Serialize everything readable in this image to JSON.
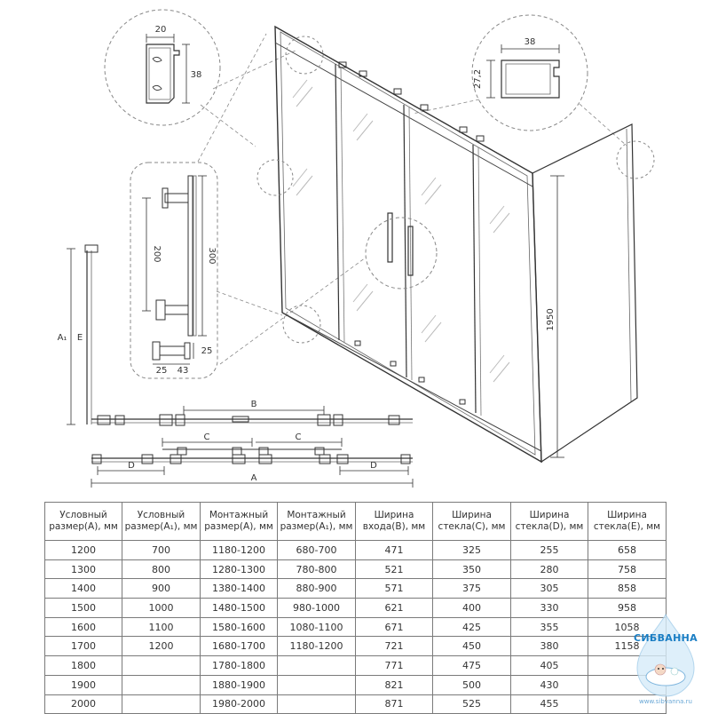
{
  "profile_top_left": {
    "width_label": "20",
    "height_label": "38"
  },
  "profile_top_right": {
    "width_label": "38",
    "height_label": "27,2"
  },
  "handle_detail": {
    "inner_label": "200",
    "outer_label": "300",
    "depth_label": "25",
    "foot_left_label": "25",
    "foot_right_label": "43"
  },
  "front_view": {
    "height_label": "1950"
  },
  "side_view": {
    "label_a1": "A₁",
    "label_e": "E"
  },
  "plan_view": {
    "label_b": "B",
    "label_c1": "C",
    "label_c2": "C",
    "label_d1": "D",
    "label_d2": "D",
    "label_a": "A"
  },
  "table": {
    "headers": [
      "Условный размер(А), мм",
      "Условный размер(А₁), мм",
      "Монтажный размер(А), мм",
      "Монтажный размер(А₁), мм",
      "Ширина входа(В), мм",
      "Ширина стекла(С), мм",
      "Ширина стекла(D), мм",
      "Ширина стекла(E), мм"
    ],
    "rows": [
      [
        "1200",
        "700",
        "1180-1200",
        "680-700",
        "471",
        "325",
        "255",
        "658"
      ],
      [
        "1300",
        "800",
        "1280-1300",
        "780-800",
        "521",
        "350",
        "280",
        "758"
      ],
      [
        "1400",
        "900",
        "1380-1400",
        "880-900",
        "571",
        "375",
        "305",
        "858"
      ],
      [
        "1500",
        "1000",
        "1480-1500",
        "980-1000",
        "621",
        "400",
        "330",
        "958"
      ],
      [
        "1600",
        "1100",
        "1580-1600",
        "1080-1100",
        "671",
        "425",
        "355",
        "1058"
      ],
      [
        "1700",
        "1200",
        "1680-1700",
        "1180-1200",
        "721",
        "450",
        "380",
        "1158"
      ],
      [
        "1800",
        "",
        "1780-1800",
        "",
        "771",
        "475",
        "405",
        ""
      ],
      [
        "1900",
        "",
        "1880-1900",
        "",
        "821",
        "500",
        "430",
        ""
      ],
      [
        "2000",
        "",
        "1980-2000",
        "",
        "871",
        "525",
        "455",
        ""
      ]
    ]
  },
  "watermark": {
    "text": "СИБВАННА",
    "site": "www.sibvanna.ru"
  }
}
